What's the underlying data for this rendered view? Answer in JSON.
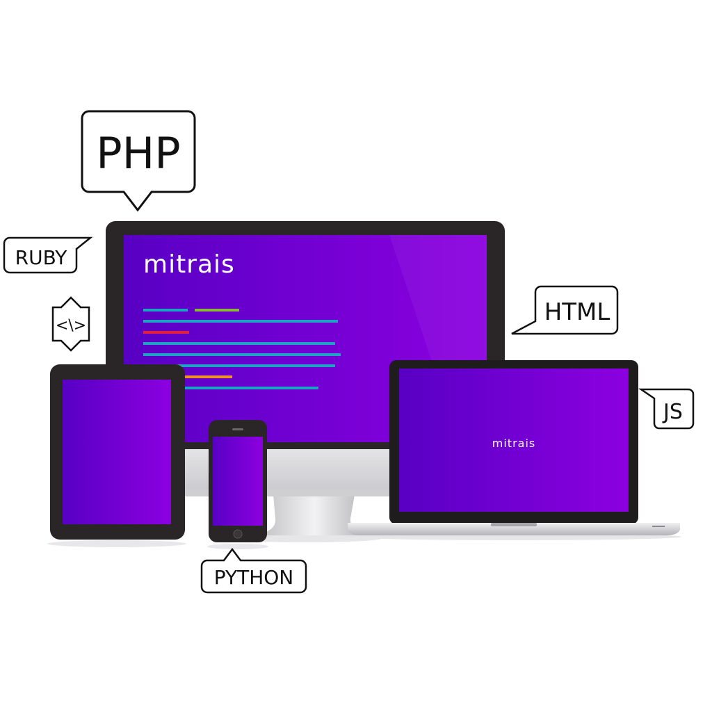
{
  "brand": {
    "logo_text": "mitrais",
    "screen_color_start": "#5a00c8",
    "screen_color_end": "#8a00e0"
  },
  "bubbles": {
    "php": "PHP",
    "ruby": "RUBY",
    "code": "<\\>",
    "html": "HTML",
    "js": "JS",
    "python": "PYTHON"
  },
  "code_line_colors": [
    "#1fa3c4",
    "#8bb83c",
    "#e0203c",
    "#f0902a"
  ]
}
